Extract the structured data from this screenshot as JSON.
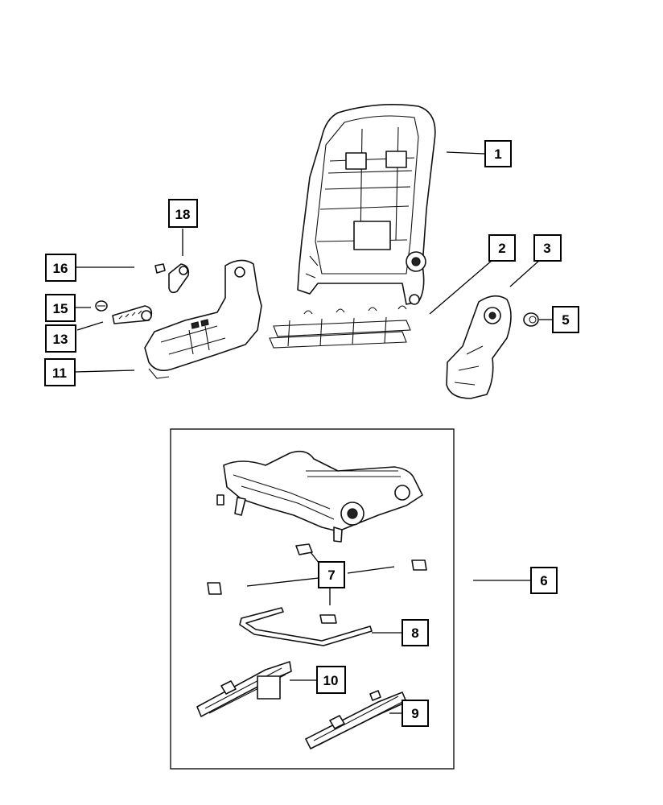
{
  "diagram": {
    "callouts": [
      {
        "id": "c1",
        "label": "1"
      },
      {
        "id": "c2",
        "label": "2"
      },
      {
        "id": "c3",
        "label": "3"
      },
      {
        "id": "c5",
        "label": "5"
      },
      {
        "id": "c6",
        "label": "6"
      },
      {
        "id": "c7",
        "label": "7"
      },
      {
        "id": "c8",
        "label": "8"
      },
      {
        "id": "c9",
        "label": "9"
      },
      {
        "id": "c10",
        "label": "10"
      },
      {
        "id": "c11",
        "label": "11"
      },
      {
        "id": "c13",
        "label": "13"
      },
      {
        "id": "c15",
        "label": "15"
      },
      {
        "id": "c16",
        "label": "16"
      },
      {
        "id": "c18",
        "label": "18"
      }
    ]
  }
}
